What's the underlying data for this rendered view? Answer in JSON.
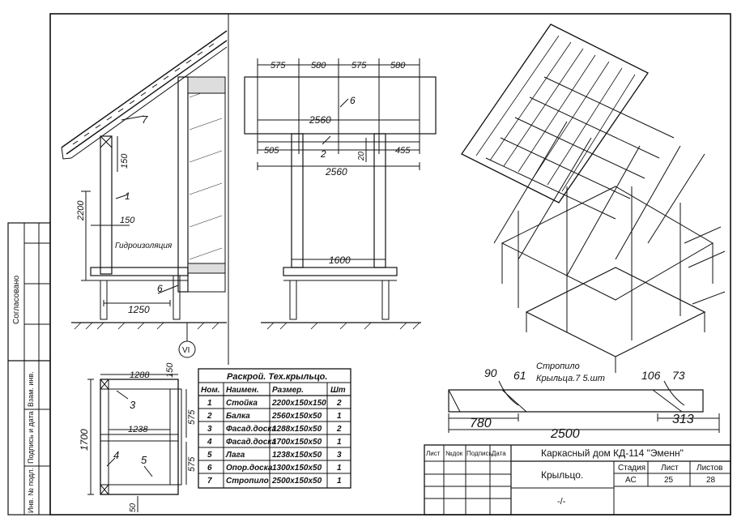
{
  "side_stamp": {
    "approved": "Согласовано",
    "inv_no": "Инв. № подл.",
    "sign_date": "Подпись и дата",
    "replaces": "Взам. инв."
  },
  "side_view": {
    "callout_7": "7",
    "dim_150_top": "150",
    "callout_1": "1",
    "dim_2200": "2200",
    "dim_150": "150",
    "waterproofing": "Гидроизоляция",
    "callout_6": "6",
    "dim_1250": "1250",
    "axis_mark": "VI"
  },
  "front_view": {
    "top_dims": [
      "575",
      "580",
      "575",
      "580"
    ],
    "callout_6": "6",
    "dim_2560_a": "2560",
    "dim_505": "505",
    "callout_2": "2",
    "dim_20": "20",
    "dim_455": "455",
    "dim_2560_b": "2560",
    "dim_1600": "1600"
  },
  "plan_view": {
    "dim_1288": "1288",
    "dim_150": "150",
    "callout_3": "3",
    "dim_575_a": "575",
    "dim_1238": "1238",
    "dim_1700": "1700",
    "callout_4": "4",
    "callout_5": "5",
    "dim_575_b": "575",
    "dim_50": "50"
  },
  "cut_table": {
    "title": "Раскрой. Тех.крыльцо.",
    "headers": [
      "Ном.",
      "Наимен.",
      "Размер.",
      "Шт"
    ],
    "rows": [
      [
        "1",
        "Стойка",
        "2200x150x150",
        "2"
      ],
      [
        "2",
        "Балка",
        "2560x150x50",
        "1"
      ],
      [
        "3",
        "Фасад.доска",
        "1288x150x50",
        "2"
      ],
      [
        "4",
        "Фасад.доска",
        "1700x150x50",
        "1"
      ],
      [
        "5",
        "Лага",
        "1238x150x50",
        "3"
      ],
      [
        "6",
        "Опор.доска",
        "1300x150x50",
        "1"
      ],
      [
        "7",
        "Стропило",
        "2500x150x50",
        "1"
      ]
    ]
  },
  "rafter_detail": {
    "caption_1": "Стропило",
    "caption_2": "Крыльца.7 5.шт",
    "angle_90_a": "90",
    "angle_61": "61",
    "angle_106": "106",
    "angle_73": "73",
    "dim_780": "780",
    "dim_2500": "2500",
    "dim_313": "313"
  },
  "title_block": {
    "col_sheet": "Лист",
    "col_doc": "№док",
    "col_sign": "Подпись",
    "col_date": "Дата",
    "project": "Каркасный дом КД-114 \"Эменн\"",
    "drawing_name": "Крыльцо.",
    "stage_label": "Стадия",
    "sheet_label": "Лист",
    "sheets_label": "Листов",
    "stage": "АС",
    "sheet": "25",
    "sheets": "28",
    "dash": "-/-"
  }
}
